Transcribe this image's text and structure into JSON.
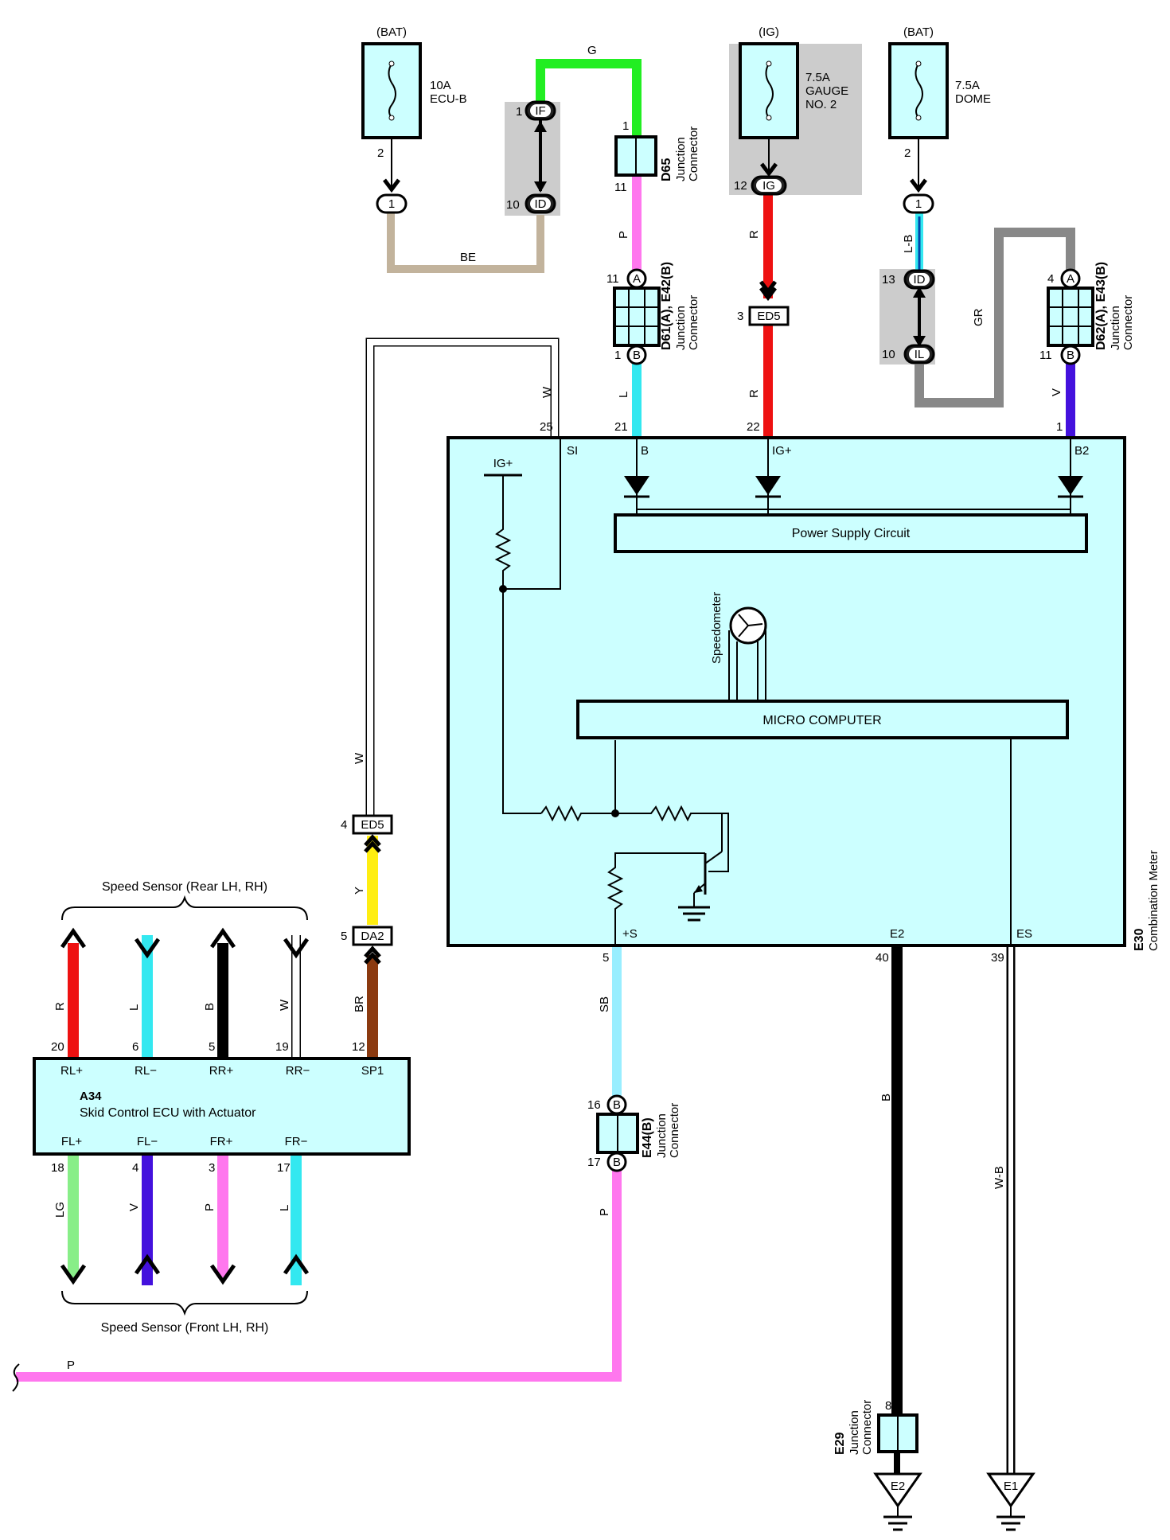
{
  "fuses": [
    {
      "source": "(BAT)",
      "amp": "10A",
      "name": "ECU-B",
      "pin_out": "2"
    },
    {
      "source": "(IG)",
      "amp": "7.5A",
      "name": "GAUGE",
      "name2": "NO. 2"
    },
    {
      "source": "(BAT)",
      "amp": "7.5A",
      "name": "DOME",
      "pin_out": "2"
    }
  ],
  "wires": {
    "G": "G",
    "BE": "BE",
    "P_top": "P",
    "R_top": "R",
    "R_mid": "R",
    "L": "L",
    "W_top": "W",
    "W_mid": "W",
    "L_B": "L-B",
    "GR": "GR",
    "V": "V",
    "Y": "Y",
    "BR": "BR",
    "SB": "SB",
    "P_low": "P",
    "P_bottom": "P",
    "B": "B",
    "W_B": "W-B",
    "R_s": "R",
    "L_s": "L",
    "B_s": "B",
    "W_s": "W",
    "LG_s": "LG",
    "V_s": "V",
    "P_s": "P",
    "L2_s": "L"
  },
  "connectors": {
    "c1": "1",
    "IF": "IF",
    "ID": "ID",
    "IG": "IG",
    "ID2": "ID",
    "IL": "IL",
    "c1b": "1",
    "A": "A",
    "B": "B",
    "A2": "A",
    "B2": "B",
    "B3": "B",
    "B4": "B",
    "ED5_top": "ED5",
    "ED5_mid": "ED5",
    "DA2": "DA2",
    "E2": "E2",
    "E1": "E1"
  },
  "pins": {
    "p1_ifl": "1",
    "p10_id": "10",
    "p1_d65": "1",
    "p11_d65": "11",
    "p12_ig": "12",
    "p2_dome": "2",
    "p13_id": "13",
    "p10_il": "10",
    "p11_d61": "11",
    "p1_d61": "1",
    "p3_ed5": "3",
    "p4_d62": "4",
    "p11_d62": "11",
    "p25": "25",
    "p21": "21",
    "p22": "22",
    "p1_meter": "1",
    "p4_ed5": "4",
    "p5_da2": "5",
    "p5_meter": "5",
    "p40": "40",
    "p39": "39",
    "p16": "16",
    "p17": "17",
    "p8": "8",
    "p20": "20",
    "p6": "6",
    "p5_rr": "5",
    "p19": "19",
    "p12": "12",
    "p18": "18",
    "p4": "4",
    "p3": "3",
    "p17_fr": "17"
  },
  "labels": {
    "d65_code": "D65",
    "jc": "Junction",
    "jc2": "Connector",
    "d61_code": "D61(A), E42(B)",
    "d62_code": "D62(A), E43(B)",
    "e44_code": "E44(B)",
    "e29_code": "E29",
    "meter_code": "E30",
    "meter_name": "Combination Meter",
    "SI": "SI",
    "B": "B",
    "IGp_pin": "IG+",
    "B2": "B2",
    "IGp": "IG+",
    "psc": "Power Supply Circuit",
    "speedometer": "Speedometer",
    "micro": "MICRO COMPUTER",
    "plusS": "+S",
    "E2": "E2",
    "ES": "ES",
    "ecu_code": "A34",
    "ecu_name": "Skid Control ECU with Actuator",
    "RLp": "RL+",
    "RLm": "RL−",
    "RRp": "RR+",
    "RRm": "RR−",
    "SP1": "SP1",
    "FLp": "FL+",
    "FLm": "FL−",
    "FRp": "FR+",
    "FRm": "FR−",
    "rear": "Speed Sensor (Rear LH,  RH)",
    "front": "Speed Sensor (Front LH,  RH)"
  },
  "colors": {
    "G": "#22ee22",
    "BE": "#c2b39c",
    "P": "#ff77ee",
    "R": "#ee1111",
    "L": "#33e8f0",
    "GR": "#888888",
    "V": "#4411dd",
    "Y": "#ffee11",
    "BR": "#8b3a10",
    "SB": "#99eeff",
    "B": "#000000",
    "LG": "#88ee88",
    "box": "#ccffff",
    "shade": "#cccccc"
  }
}
